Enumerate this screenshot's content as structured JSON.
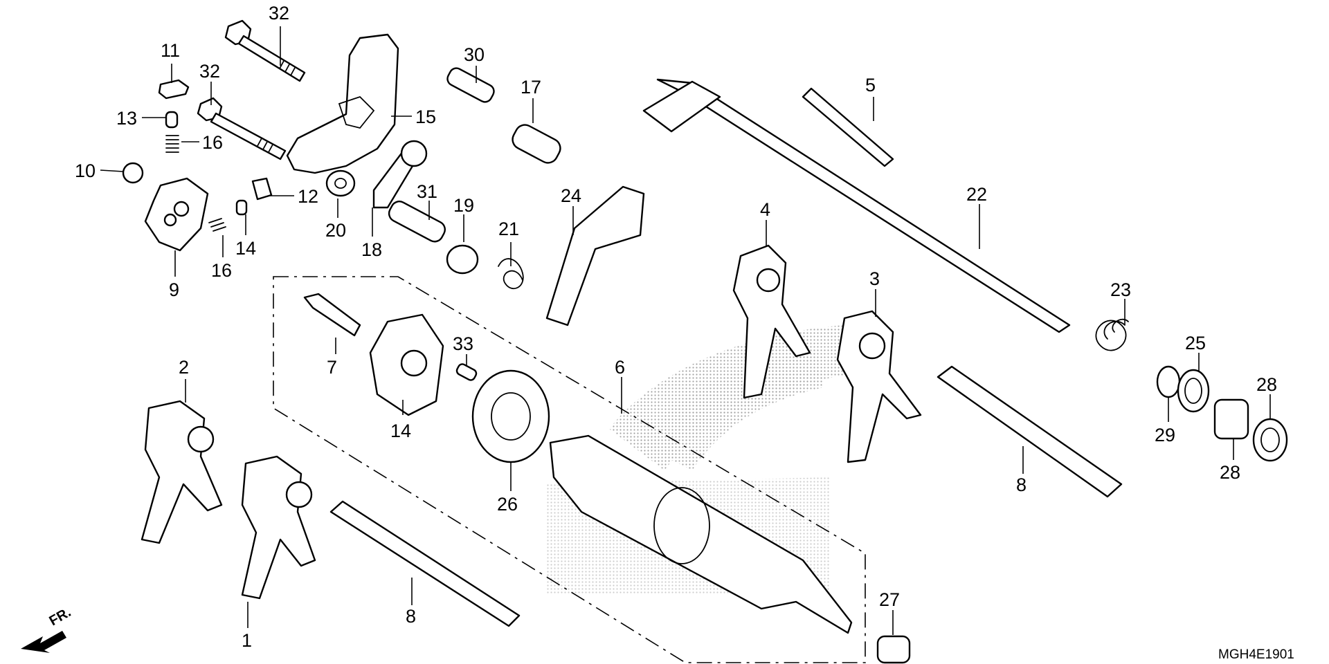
{
  "diagram_code": "MGH4E1901",
  "direction_label": "FR.",
  "callouts": [
    {
      "id": "c1",
      "text": "1"
    },
    {
      "id": "c2",
      "text": "2"
    },
    {
      "id": "c3",
      "text": "3"
    },
    {
      "id": "c4",
      "text": "4"
    },
    {
      "id": "c5",
      "text": "5"
    },
    {
      "id": "c6",
      "text": "6"
    },
    {
      "id": "c7",
      "text": "7"
    },
    {
      "id": "c8a",
      "text": "8"
    },
    {
      "id": "c8b",
      "text": "8"
    },
    {
      "id": "c9",
      "text": "9"
    },
    {
      "id": "c10",
      "text": "10"
    },
    {
      "id": "c11",
      "text": "11"
    },
    {
      "id": "c12",
      "text": "12"
    },
    {
      "id": "c13",
      "text": "13"
    },
    {
      "id": "c14a",
      "text": "14"
    },
    {
      "id": "c14b",
      "text": "14"
    },
    {
      "id": "c15",
      "text": "15"
    },
    {
      "id": "c16a",
      "text": "16"
    },
    {
      "id": "c16b",
      "text": "16"
    },
    {
      "id": "c17",
      "text": "17"
    },
    {
      "id": "c18",
      "text": "18"
    },
    {
      "id": "c19",
      "text": "19"
    },
    {
      "id": "c20",
      "text": "20"
    },
    {
      "id": "c21",
      "text": "21"
    },
    {
      "id": "c22",
      "text": "22"
    },
    {
      "id": "c23",
      "text": "23"
    },
    {
      "id": "c24",
      "text": "24"
    },
    {
      "id": "c25",
      "text": "25"
    },
    {
      "id": "c26",
      "text": "26"
    },
    {
      "id": "c27",
      "text": "27"
    },
    {
      "id": "c28a",
      "text": "28"
    },
    {
      "id": "c28b",
      "text": "28"
    },
    {
      "id": "c29",
      "text": "29"
    },
    {
      "id": "c30",
      "text": "30"
    },
    {
      "id": "c31",
      "text": "31"
    },
    {
      "id": "c32a",
      "text": "32"
    },
    {
      "id": "c32b",
      "text": "32"
    },
    {
      "id": "c33",
      "text": "33"
    }
  ]
}
